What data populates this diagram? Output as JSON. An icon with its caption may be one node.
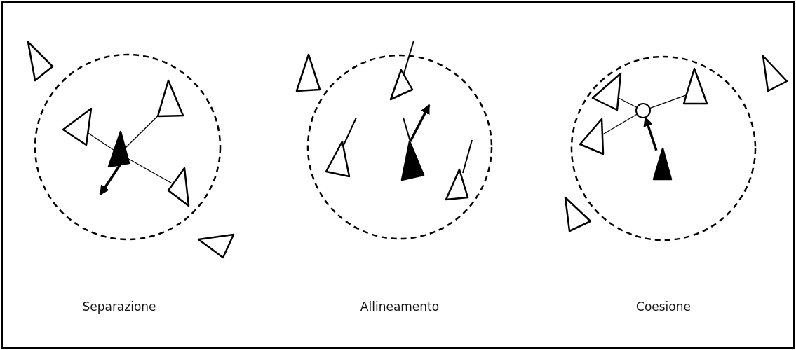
{
  "diagram": {
    "nodes": [
      {
        "text": [],
        "shape": "triangle"
      },
      {
        "text": [],
        "shape": "triangle"
      },
      {
        "text": [],
        "shape": "triangle"
      },
      {
        "text": [],
        "shape": "triangle"
      },
      {
        "text": [],
        "shape": "triangle"
      },
      {
        "text": [],
        "shape": "triangle"
      },
      {
        "text": [],
        "shape": "triangle"
      },
      {
        "text": [],
        "shape": "triangle"
      },
      {
        "text": [],
        "shape": "triangle"
      },
      {
        "text": [],
        "shape": "triangle"
      },
      {
        "text": [],
        "shape": "triangle"
      },
      {
        "text": [],
        "shape": "triangle"
      },
      {
        "text": [],
        "shape": "triangle"
      },
      {
        "text": [],
        "shape": "circle"
      },
      {
        "text": [],
        "shape": "triangle"
      },
      {
        "text": [],
        "shape": "triangle"
      },
      {
        "text": [],
        "shape": "triangle"
      },
      {
        "text": [],
        "shape": "triangle"
      }
    ],
    "edges": [
      {
        "from": 1,
        "to": 2,
        "arrow": "none"
      },
      {
        "from": 1,
        "to": 3,
        "arrow": "none"
      },
      {
        "from": 1,
        "to": 4,
        "arrow": "none"
      },
      {
        "from": 11,
        "to": 13,
        "arrow": "none"
      },
      {
        "from": 12,
        "to": 13,
        "arrow": "none"
      },
      {
        "from": 14,
        "to": 13,
        "arrow": "none"
      },
      {
        "from": 15,
        "to": 13,
        "arrow": "to",
        "style": "thick"
      }
    ],
    "labels": [
      "Separazione",
      "Allineamento",
      "Coesione"
    ]
  }
}
